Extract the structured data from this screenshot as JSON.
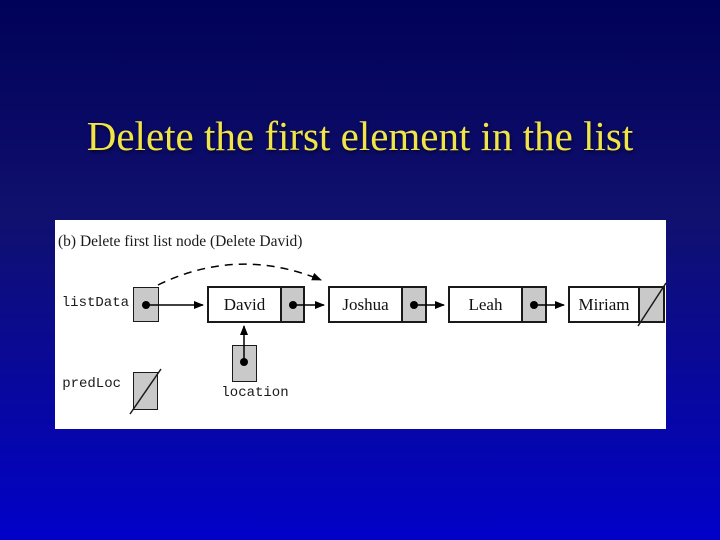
{
  "slide": {
    "title": "Delete the first element in the list",
    "colors": {
      "background_top": "#000158",
      "background_bottom": "#0101c9",
      "title_text": "#f0e449"
    }
  },
  "figure": {
    "caption": "(b) Delete first list node (Delete David)",
    "pointer_labels": {
      "list": "listData",
      "pred": "predLoc",
      "location": "location"
    },
    "nodes": [
      {
        "label": "David",
        "next": "Joshua"
      },
      {
        "label": "Joshua",
        "next": "Leah"
      },
      {
        "label": "Leah",
        "next": "Miriam"
      },
      {
        "label": "Miriam",
        "next": null
      }
    ],
    "colors": {
      "panel_background": "#ffffff",
      "pointer_cell": "#c9c9c9",
      "line": "#000000"
    }
  }
}
